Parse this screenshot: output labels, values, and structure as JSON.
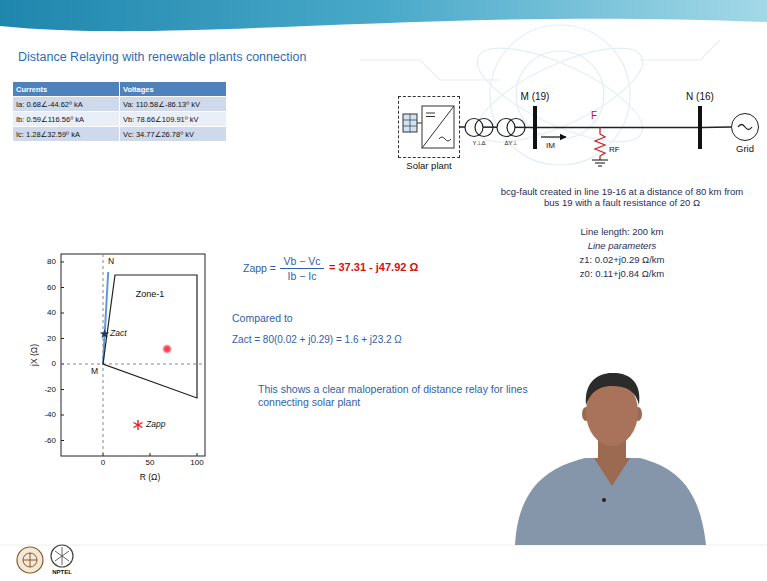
{
  "diagram": {
    "title": "Distance Relaying with renewable plants connection",
    "nodes": [
      {
        "text": [
          "Solar plant"
        ]
      },
      {
        "text": [
          "M (19)"
        ]
      },
      {
        "text": [
          "N (16)"
        ]
      },
      {
        "text": [
          "Grid"
        ]
      },
      {
        "text": [
          "Zone-1"
        ]
      }
    ],
    "edges": [
      {
        "from": 0,
        "to": 1,
        "arrow": "none"
      },
      {
        "from": 1,
        "to": 2,
        "arrow": "none"
      },
      {
        "from": 2,
        "to": 3,
        "arrow": "none"
      }
    ],
    "labels": [
      "Currents",
      "Voltages",
      "Ia: 0.68∠-44.62⁰ kA",
      "Va: 110.58∠-86.13⁰ kV",
      "Ib: 0.59∠116.56⁰ kA",
      "Vb: 78.66∠109.91⁰ kV",
      "Ic: 1.28∠32.59⁰ kA",
      "Vc: 34.77∠26.78⁰ kV",
      "80",
      "60",
      "40",
      "20",
      "0",
      "-20",
      "-40",
      "-60",
      "0",
      "50",
      "100",
      "jX (Ω)",
      "R (Ω)",
      "N",
      "M",
      "Zact",
      "Zapp",
      "Zapp =",
      "Vb − Vc",
      "Ib − Ic",
      "= 37.31 - j47.92 Ω",
      "Compared to",
      "Zact = 80(0.02 + j0.29) = 1.6 + j23.2 Ω",
      "This shows a clear maloperation of distance relay for lines connecting solar plant",
      "bcg-fault created in line 19-16 at a distance of 80 km from bus 19 with a fault resistance of 20 Ω",
      "Line length: 200 km",
      "Line parameters",
      "z1: 0.02+j0.29 Ω/km",
      "z0: 0.11+j0.84 Ω/km",
      "F",
      "RF",
      "IM",
      "Y⊥Δ",
      "ΔY⊥",
      "NPTEL"
    ]
  }
}
